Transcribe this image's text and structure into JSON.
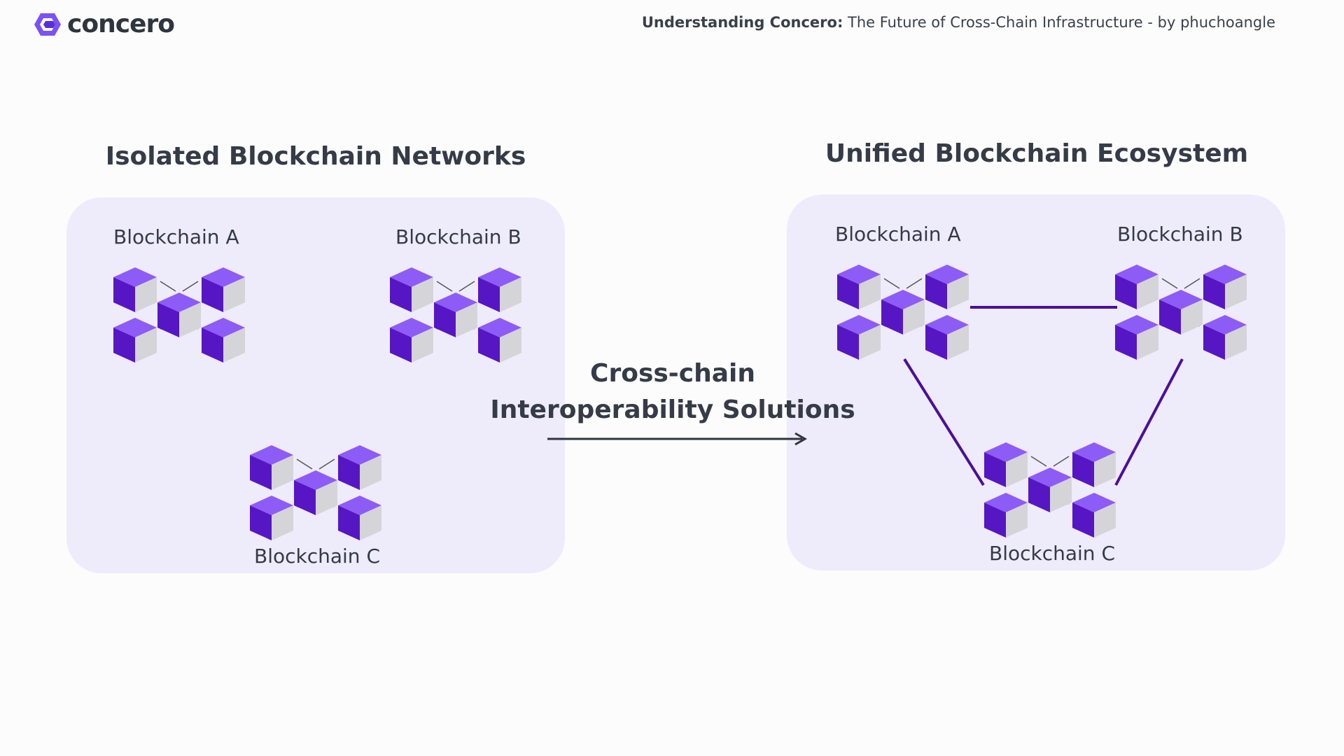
{
  "brand": {
    "name": "concero",
    "icon": "concero-logo-icon"
  },
  "header": {
    "credit_bold": "Understanding Concero:",
    "credit_rest": " The Future of Cross-Chain Infrastructure - by phuchoangle"
  },
  "left_panel": {
    "title": "Isolated Blockchain Networks",
    "chains": [
      "Blockchain A",
      "Blockchain B",
      "Blockchain C"
    ]
  },
  "right_panel": {
    "title": "Unified Blockchain Ecosystem",
    "chains": [
      "Blockchain A",
      "Blockchain B",
      "Blockchain C"
    ]
  },
  "center": {
    "line1": "Cross-chain",
    "line2": "Interoperability Solutions"
  },
  "colors": {
    "cube_top": "#8d5cf6",
    "cube_left": "#5716c4",
    "cube_right": "#d5d5d9",
    "connector": "#4a0f9a",
    "panel": "#eeebfb",
    "arrow": "#2f3540"
  }
}
